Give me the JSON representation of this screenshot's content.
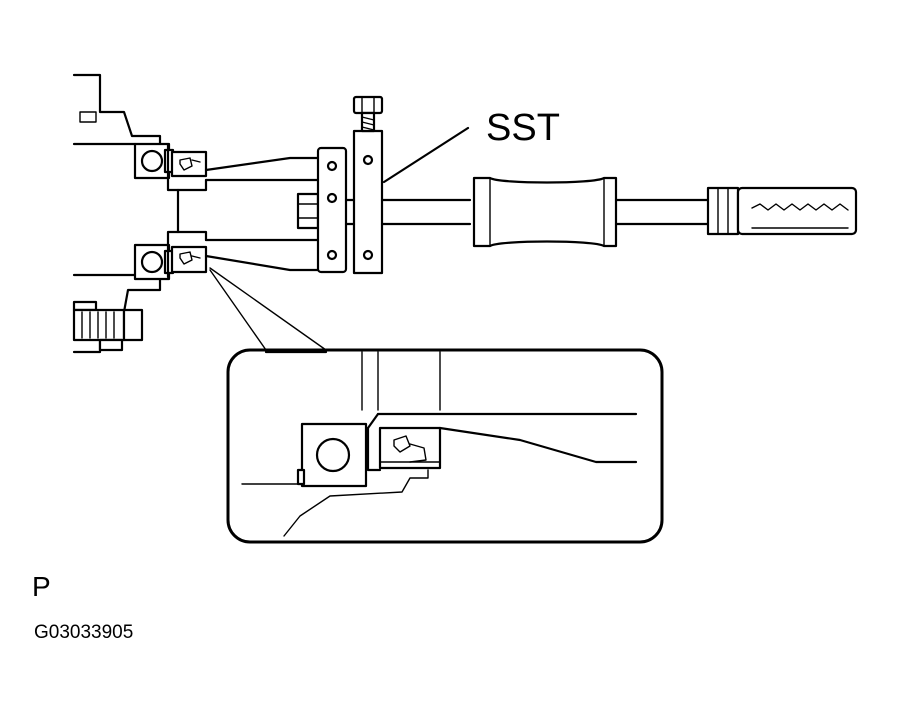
{
  "labels": {
    "tool": "SST",
    "view_letter": "P",
    "figure_id": "G03033905"
  }
}
